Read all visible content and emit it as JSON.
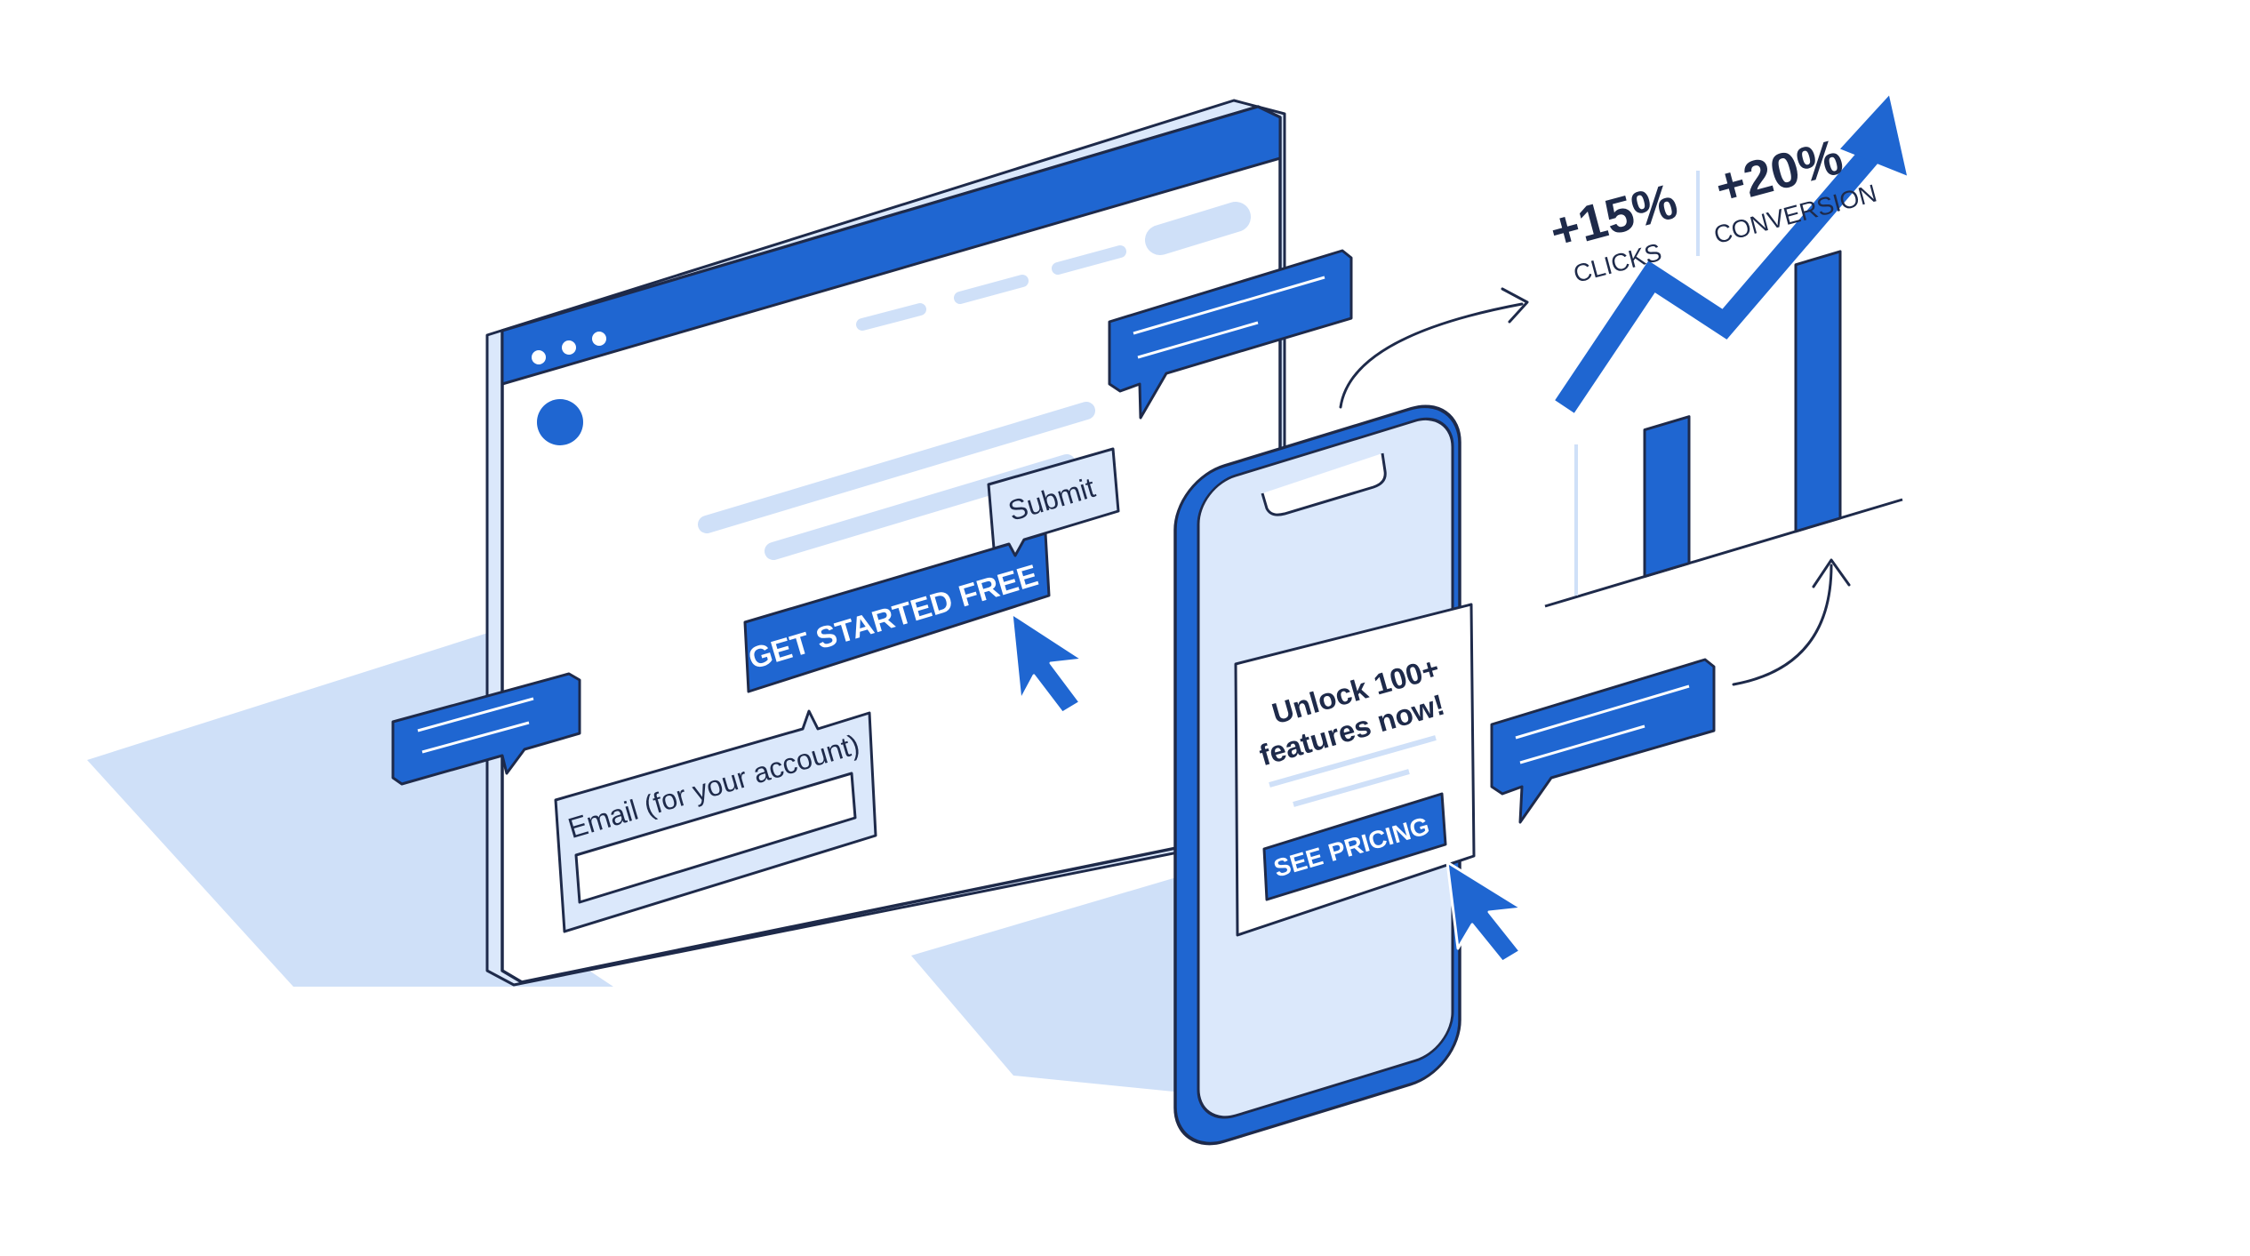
{
  "colors": {
    "primary": "#1f66d1",
    "outline": "#1e2a4a",
    "light_fill": "#dbe8fb",
    "shadow": "#cfe0f8",
    "background": "#ffffff"
  },
  "browser": {
    "window_dots": [
      "dot",
      "dot",
      "dot"
    ],
    "cta_label": "GET STARTED FREE",
    "tooltip_label": "Submit",
    "email_label": "Email (for your account)",
    "email_value": ""
  },
  "phone": {
    "popup_heading_line1": "Unlock 100+",
    "popup_heading_line2": "features now!",
    "cta_label": "SEE PRICING"
  },
  "metrics": {
    "clicks_value": "+15%",
    "clicks_label": "CLICKS",
    "conversion_value": "+20%",
    "conversion_label": "CONVERSION"
  },
  "icons": [
    "cursor-icon",
    "cursor-icon",
    "trend-arrow-icon",
    "chat-bubble-icon"
  ],
  "chart_data": {
    "type": "bar",
    "categories": [
      "",
      ""
    ],
    "values": [
      55,
      100
    ],
    "trend_line": [
      30,
      75,
      45,
      100
    ],
    "title": "",
    "xlabel": "",
    "ylabel": ""
  }
}
